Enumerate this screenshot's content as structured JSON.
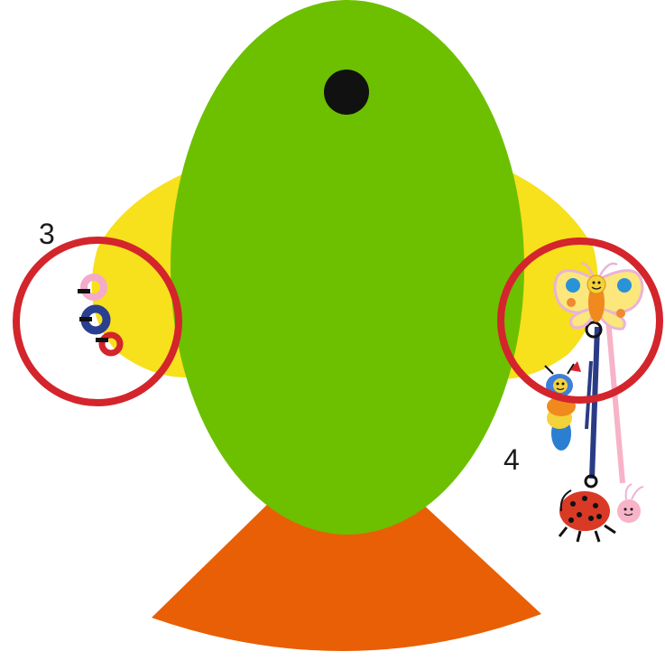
{
  "callouts": [
    {
      "id": "left-ring-group",
      "label": "3"
    },
    {
      "id": "right-mobile-toy",
      "label": "4"
    }
  ],
  "colors": {
    "body": "#6cc000",
    "wings": "#f7e01c",
    "base": "#e85f06",
    "eye": "#111111",
    "highlight_circle": "#d3252b",
    "ring_pink": "#f4aacb",
    "ring_navy": "#2a3f8f",
    "ring_red": "#d3252b",
    "string_navy": "#2a3b86",
    "ribbon_pink": "#f7b3c7",
    "butterfly_wing": "#fbe77c",
    "butterfly_body": "#f08a1e",
    "ladybug": "#d83a26"
  },
  "icons": [
    "ring-icon",
    "butterfly-icon",
    "caterpillar-icon",
    "ladybug-icon"
  ]
}
